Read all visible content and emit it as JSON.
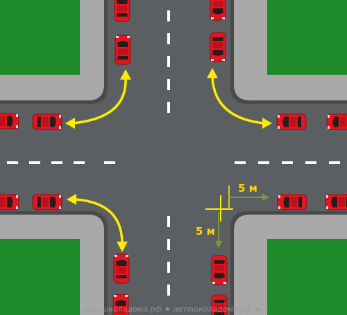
{
  "colors": {
    "asphalt": "#5c5f62",
    "sidewalk": "#a9a9a9",
    "curb": "#4a4a4a",
    "grass": "#1f8a2a",
    "car_body": "#e01622",
    "car_glass": "#2a1a1a",
    "arrow": "#ffeb00",
    "dim_green": "#7a9a3a",
    "lane_marking": "#ffffff",
    "dim_text": "#ffd800",
    "watermark": "#9a9a9a"
  },
  "labels": {
    "dim_horizontal": "5 м",
    "dim_vertical": "5 м"
  },
  "watermark": {
    "text": "автошколадома.рф ★ автошколадома.рф ★ а"
  }
}
